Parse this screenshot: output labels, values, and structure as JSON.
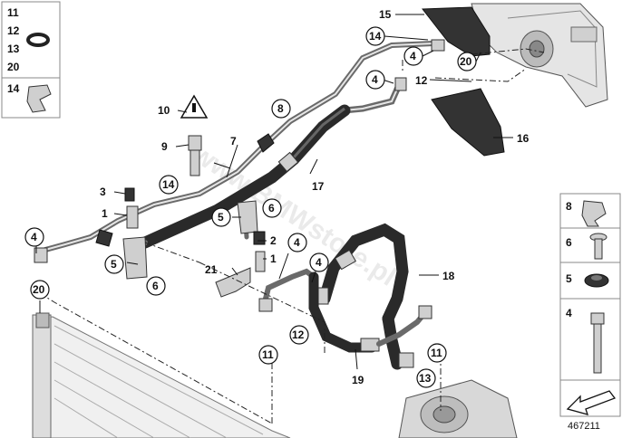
{
  "diagram_number": "467211",
  "watermark": "www.BMWstore.pl",
  "legend_top_left": {
    "items": [
      "11",
      "12",
      "13",
      "20"
    ],
    "bottom_item": "14"
  },
  "legend_right": {
    "items": [
      "8",
      "6",
      "5",
      "4"
    ]
  },
  "callouts": {
    "c1a": "1",
    "c1b": "1",
    "c2": "2",
    "c3": "3",
    "c4a": "4",
    "c4b": "4",
    "c4c": "4",
    "c4d": "4",
    "c4e": "4",
    "c5a": "5",
    "c5b": "5",
    "c6a": "6",
    "c6b": "6",
    "c7": "7",
    "c8": "8",
    "c9": "9",
    "c10": "10",
    "c11a": "11",
    "c11b": "11",
    "c12a": "12",
    "c12b": "12",
    "c13": "13",
    "c14a": "14",
    "c14b": "14",
    "c15": "15",
    "c16": "16",
    "c17": "17",
    "c18": "18",
    "c19": "19",
    "c20a": "20",
    "c20b": "20",
    "c21": "21"
  }
}
